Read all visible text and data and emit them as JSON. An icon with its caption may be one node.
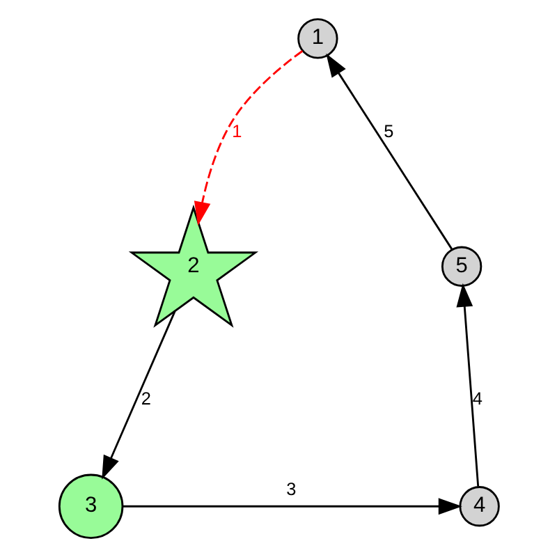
{
  "diagram": {
    "nodes": [
      {
        "text": [
          "1"
        ]
      },
      {
        "text": [
          "2"
        ]
      },
      {
        "text": [
          "3"
        ]
      },
      {
        "text": [
          "4"
        ]
      },
      {
        "text": [
          "5"
        ]
      }
    ],
    "edges": [
      {
        "from": 0,
        "to": 1,
        "arrow": "to",
        "label": "1",
        "style": "dashed",
        "color": "#ff0000"
      },
      {
        "from": 1,
        "to": 2,
        "arrow": "to",
        "label": "2"
      },
      {
        "from": 2,
        "to": 3,
        "arrow": "to",
        "label": "3"
      },
      {
        "from": 3,
        "to": 4,
        "arrow": "to",
        "label": "4"
      },
      {
        "from": 4,
        "to": 0,
        "arrow": "to",
        "label": "5"
      }
    ]
  }
}
